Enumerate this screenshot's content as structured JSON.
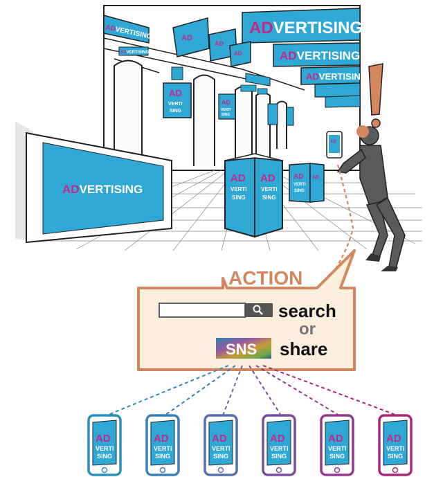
{
  "colors": {
    "ad_blue": "#2fa8d6",
    "ad_dark_blue": "#1f7fae",
    "ad_magenta": "#c0298e",
    "action_orange": "#d4875e",
    "action_fill": "#fbeedc",
    "figure_gray": "#5a5a5a",
    "line_gray": "#333333"
  },
  "billboards": {
    "big_left": {
      "prefix": "AD",
      "rest": "VERTISING"
    },
    "top_right_1": {
      "prefix": "AD",
      "rest": "VERTISING"
    },
    "top_right_2": {
      "prefix": "AD",
      "rest": "VERTISING"
    },
    "top_right_3": {
      "prefix": "AD",
      "rest": "VERTISING"
    },
    "top_left_sign": {
      "prefix": "AD",
      "rest": "VERTISING"
    },
    "small_sign": {
      "prefix": "AD",
      "rest": "VERTISING"
    },
    "stacked": {
      "line1": "AD",
      "line2": "VERTI",
      "line3": "SING"
    }
  },
  "action": {
    "title": "ACTION",
    "search_label": "search",
    "or_label": "or",
    "sns_label": "SNS",
    "share_label": "share",
    "search_icon": "magnifier-icon"
  },
  "phones": [
    {
      "line1": "AD",
      "line2": "VERTI",
      "line3": "SING",
      "color": "#2a8fbe"
    },
    {
      "line1": "AD",
      "line2": "VERTI",
      "line3": "SING",
      "color": "#3a7fb8"
    },
    {
      "line1": "AD",
      "line2": "VERTI",
      "line3": "SING",
      "color": "#5a6fae"
    },
    {
      "line1": "AD",
      "line2": "VERTI",
      "line3": "SING",
      "color": "#7a4d9e"
    },
    {
      "line1": "AD",
      "line2": "VERTI",
      "line3": "SING",
      "color": "#923a8e"
    },
    {
      "line1": "AD",
      "line2": "VERTI",
      "line3": "SING",
      "color": "#a8287a"
    }
  ]
}
